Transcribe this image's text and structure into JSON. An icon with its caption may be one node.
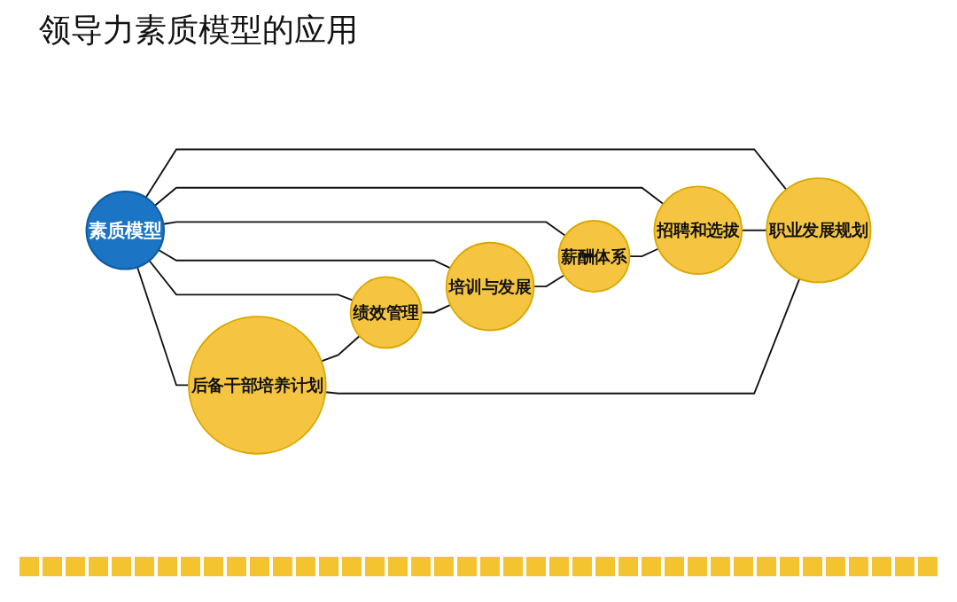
{
  "diagram": {
    "title": "领导力素质模型的应用",
    "nodes": [
      {
        "text": [
          "后备干部培养计划"
        ]
      },
      {
        "text": [
          "职业发展规划"
        ]
      },
      {
        "text": [
          "绩效管理"
        ]
      },
      {
        "text": [
          "素质模型"
        ]
      },
      {
        "text": [
          "招聘和选拔"
        ]
      },
      {
        "text": [
          "培训与发展"
        ]
      },
      {
        "text": [
          "薪酬体系"
        ]
      }
    ],
    "edges": [
      {
        "from": 3,
        "to": 0,
        "arrow": "none"
      },
      {
        "from": 3,
        "to": 1,
        "arrow": "none"
      },
      {
        "from": 3,
        "to": 2,
        "arrow": "none"
      },
      {
        "from": 3,
        "to": 4,
        "arrow": "none"
      },
      {
        "from": 3,
        "to": 5,
        "arrow": "none"
      },
      {
        "from": 3,
        "to": 6,
        "arrow": "none"
      },
      {
        "from": 0,
        "to": 2,
        "arrow": "none"
      },
      {
        "from": 2,
        "to": 5,
        "arrow": "none"
      },
      {
        "from": 5,
        "to": 6,
        "arrow": "none"
      },
      {
        "from": 6,
        "to": 4,
        "arrow": "none"
      },
      {
        "from": 4,
        "to": 1,
        "arrow": "none"
      },
      {
        "from": 1,
        "to": 0,
        "arrow": "none"
      }
    ]
  }
}
